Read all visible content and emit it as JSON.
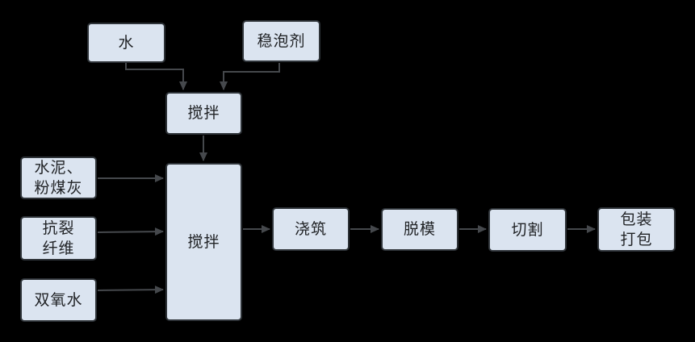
{
  "diagram": {
    "title": "foam-concrete-production-flowchart",
    "colors": {
      "background": "#000000",
      "box_fill": "#dbe4f0",
      "box_border": "#2e3338",
      "arrow": "#45484c",
      "text": "#212326"
    },
    "nodes": {
      "water": {
        "label": "水"
      },
      "foam_stabilizer": {
        "label": "稳泡剂"
      },
      "mix_premix": {
        "label": "搅拌"
      },
      "mix_main": {
        "label": "搅拌"
      },
      "cement_flyash": {
        "label": "水泥、\n粉煤灰"
      },
      "anticrack_fiber": {
        "label": "抗裂\n纤维"
      },
      "hydrogen_peroxide": {
        "label": "双氧水"
      },
      "pouring": {
        "label": "浇筑"
      },
      "demolding": {
        "label": "脱模"
      },
      "cutting": {
        "label": "切割"
      },
      "packing": {
        "label": "包装\n打包"
      }
    },
    "edges": [
      {
        "from": "water",
        "to": "mix_premix"
      },
      {
        "from": "foam_stabilizer",
        "to": "mix_premix"
      },
      {
        "from": "mix_premix",
        "to": "mix_main"
      },
      {
        "from": "cement_flyash",
        "to": "mix_main"
      },
      {
        "from": "anticrack_fiber",
        "to": "mix_main"
      },
      {
        "from": "hydrogen_peroxide",
        "to": "mix_main"
      },
      {
        "from": "mix_main",
        "to": "pouring"
      },
      {
        "from": "pouring",
        "to": "demolding"
      },
      {
        "from": "demolding",
        "to": "cutting"
      },
      {
        "from": "cutting",
        "to": "packing"
      }
    ]
  }
}
